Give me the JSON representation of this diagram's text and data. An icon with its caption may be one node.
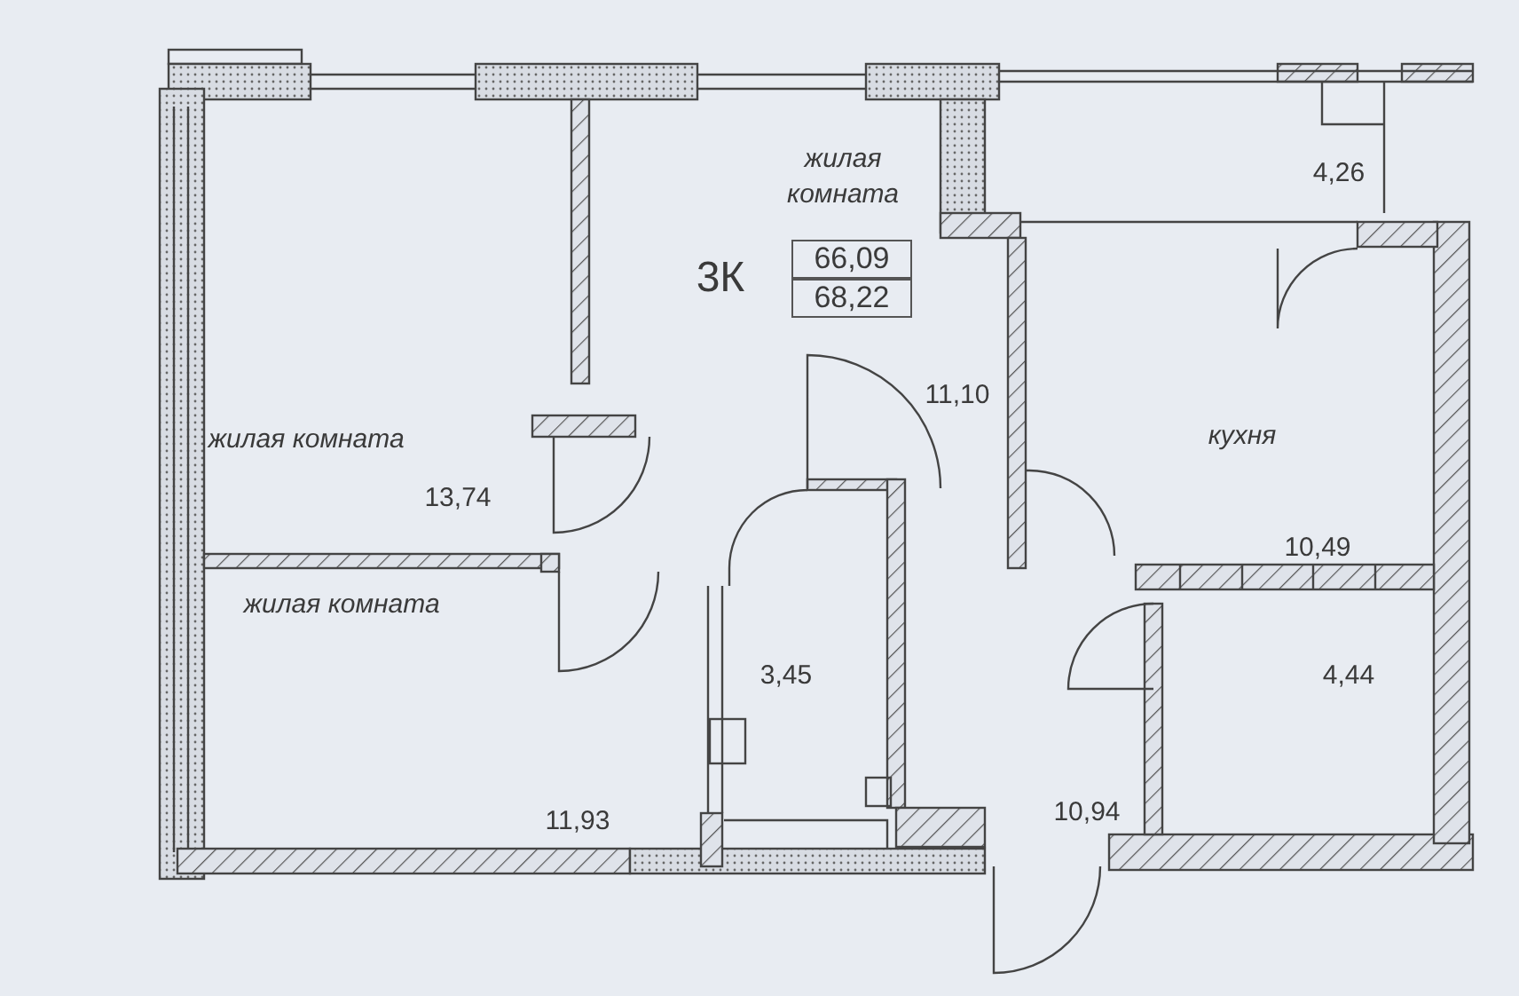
{
  "diagram": {
    "labels": [
      "жилая комната",
      "4,26",
      "3К",
      "66,09",
      "68,22",
      "11,10",
      "кухня",
      "жилая комната",
      "13,74",
      "10,49",
      "жилая комната",
      "3,45",
      "4,44",
      "10,94",
      "11,93"
    ]
  }
}
